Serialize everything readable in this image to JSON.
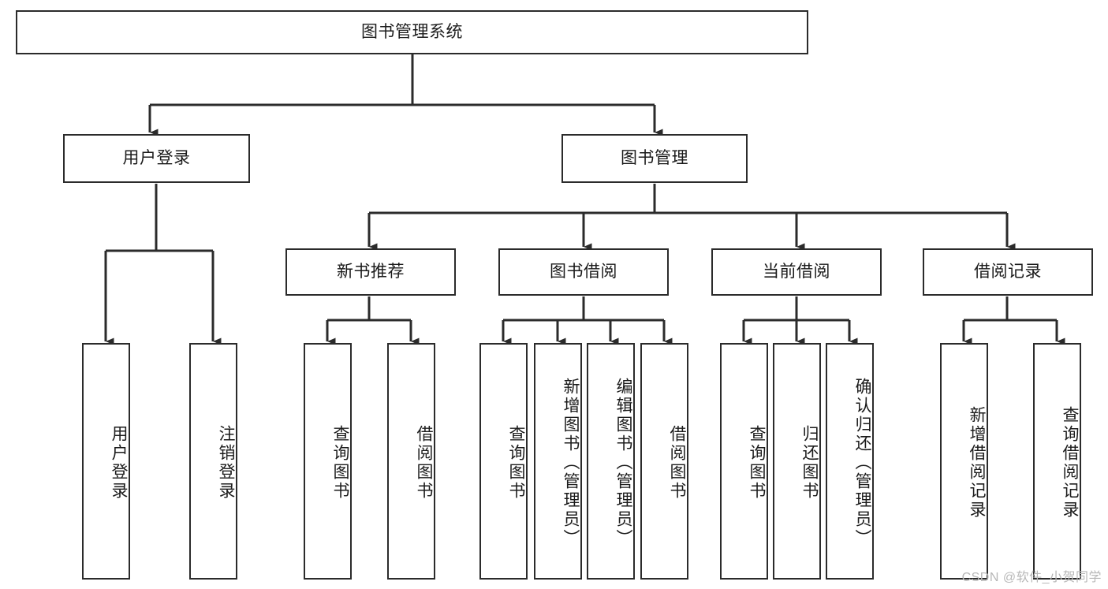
{
  "diagram": {
    "title": "图书管理系统",
    "type": "tree-hierarchy-diagram",
    "colors": {
      "box_border": "#2b2b2b",
      "box_fill": "#ffffff",
      "connector": "#2b2b2b",
      "text": "#1b1b1b",
      "watermark": "#b7b7b7",
      "background": "#ffffff"
    },
    "root": {
      "label": "图书管理系统"
    },
    "level2": [
      {
        "id": "user-login",
        "label": "用户登录"
      },
      {
        "id": "book-management",
        "label": "图书管理"
      }
    ],
    "level3": [
      {
        "id": "new-book-recommend",
        "label": "新书推荐"
      },
      {
        "id": "book-borrow",
        "label": "图书借阅"
      },
      {
        "id": "current-borrow",
        "label": "当前借阅"
      },
      {
        "id": "borrow-record",
        "label": "借阅记录"
      }
    ],
    "leaves": {
      "user_login": [
        {
          "id": "leaf-user-login",
          "label": "用户登录"
        },
        {
          "id": "leaf-logout-login",
          "label": "注销登录"
        }
      ],
      "new_book_recommend": [
        {
          "id": "leaf-query-book-1",
          "label": "查询图书"
        },
        {
          "id": "leaf-borrow-book-1",
          "label": "借阅图书"
        }
      ],
      "book_borrow": [
        {
          "id": "leaf-query-book-2",
          "label": "查询图书"
        },
        {
          "id": "leaf-add-book",
          "label": "新增图书（管理员）"
        },
        {
          "id": "leaf-edit-book",
          "label": "编辑图书（管理员）"
        },
        {
          "id": "leaf-borrow-book-2",
          "label": "借阅图书"
        }
      ],
      "current_borrow": [
        {
          "id": "leaf-query-book-3",
          "label": "查询图书"
        },
        {
          "id": "leaf-return-book",
          "label": "归还图书"
        },
        {
          "id": "leaf-confirm-return",
          "label": "确认归还（管理员）"
        }
      ],
      "borrow_record": [
        {
          "id": "leaf-add-record",
          "label": "新增借阅记录"
        },
        {
          "id": "leaf-query-record",
          "label": "查询借阅记录"
        }
      ]
    }
  },
  "watermark": {
    "text": "CSDN @软件_小贺同学"
  }
}
